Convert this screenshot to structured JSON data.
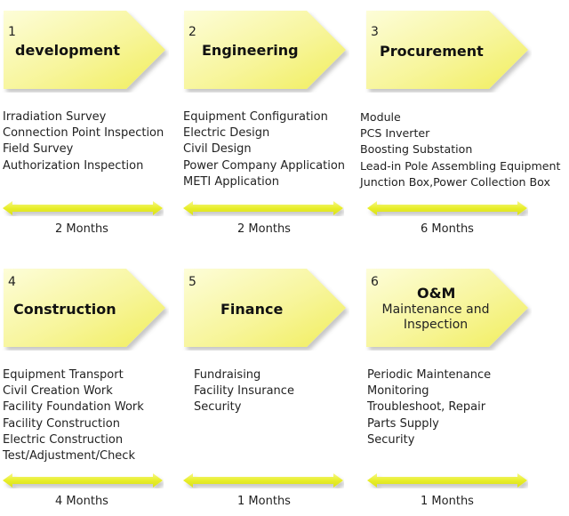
{
  "stages": [
    {
      "number": "1",
      "title": "development",
      "subtitle": "",
      "items": [
        "Irradiation Survey",
        "Connection Point Inspection",
        "Field Survey",
        "Authorization Inspection"
      ],
      "duration": "2 Months"
    },
    {
      "number": "2",
      "title": "Engineering",
      "subtitle": "",
      "items": [
        "Equipment Configuration",
        "Electric Design",
        "Civil Design",
        "Power Company Application",
        "METI Application"
      ],
      "duration": "2 Months"
    },
    {
      "number": "3",
      "title": "Procurement",
      "subtitle": "",
      "items": [
        "Module",
        "PCS Inverter",
        "Boosting Substation",
        "Lead-in Pole Assembling Equipment",
        "Junction Box,Power Collection Box"
      ],
      "duration": "6 Months"
    },
    {
      "number": "4",
      "title": "Construction",
      "subtitle": "",
      "items": [
        "Equipment Transport",
        "Civil Creation Work",
        "Facility Foundation Work",
        "Facility Construction",
        "Electric Construction",
        "Test/Adjustment/Check"
      ],
      "duration": "4 Months"
    },
    {
      "number": "5",
      "title": "Finance",
      "subtitle": "",
      "items": [
        "Fundraising",
        "Facility Insurance",
        "Security"
      ],
      "duration": "1 Months"
    },
    {
      "number": "6",
      "title": "O&M",
      "subtitle": "Maintenance and Inspection",
      "items": [
        "Periodic Maintenance",
        "Monitoring",
        "Troubleshoot, Repair",
        "Parts Supply",
        "Security"
      ],
      "duration": "1 Months"
    }
  ],
  "colors": {
    "chevron_light": "#fbfbc6",
    "chevron_dark": "#f3f06a",
    "arrow": "#eef24a",
    "shadow": "#d9d9d9"
  }
}
